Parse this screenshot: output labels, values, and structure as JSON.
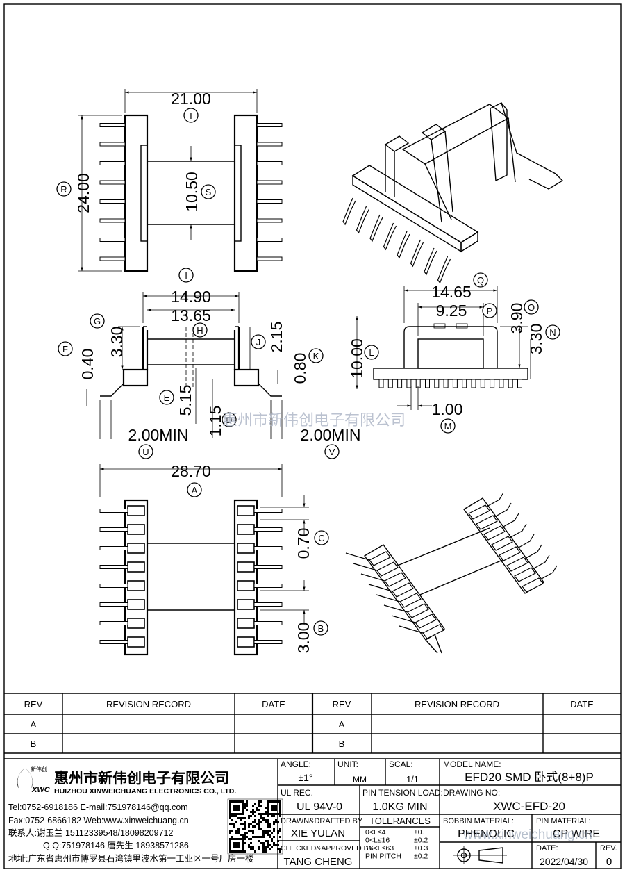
{
  "dims": {
    "top_view": {
      "width": "21.00",
      "width_ref": "T",
      "height": "24.00",
      "height_ref": "R",
      "inner": "10.50",
      "inner_ref": "S"
    },
    "front_view": {
      "w1": "14.90",
      "w1_ref": "I",
      "w2": "13.65",
      "w2_ref": "H",
      "g": "3.30",
      "g_ref": "G",
      "f": "0.40",
      "f_ref": "F",
      "j": "2.15",
      "j_ref": "J",
      "k": "0.80",
      "k_ref": "K",
      "e": "5.15",
      "e_ref": "E",
      "d": "1.15",
      "d_ref": "D",
      "u": "2.00MIN",
      "u_ref": "U",
      "v": "2.00MIN",
      "v_ref": "V"
    },
    "side_view": {
      "q": "14.65",
      "q_ref": "Q",
      "p": "9.25",
      "p_ref": "P",
      "o": "3.90",
      "o_ref": "O",
      "n": "3.30",
      "n_ref": "N",
      "l": "10.00",
      "l_ref": "L",
      "m": "1.00",
      "m_ref": "M"
    },
    "bottom_view": {
      "a": "28.70",
      "a_ref": "A",
      "c": "0.70",
      "c_ref": "C",
      "b": "3.00",
      "b_ref": "B"
    }
  },
  "watermark": "惠州市新伟创电子有限公司",
  "revision_table": {
    "headers": [
      "REV",
      "REVISION RECORD",
      "DATE",
      "REV",
      "REVISION RECORD",
      "DATE"
    ],
    "rows": [
      [
        "A",
        "",
        "",
        "A",
        "",
        ""
      ],
      [
        "B",
        "",
        "",
        "B",
        "",
        ""
      ]
    ]
  },
  "company": {
    "logo_top": "新伟创",
    "logo_bottom": "XWC",
    "name_cn": "惠州市新伟创电子有限公司",
    "name_en": "HUIZHOU XINWEICHUANG ELECTRONICS CO., LTD.",
    "tel_line": "Tel:0752-6918186 E-mail:751978146@qq.com",
    "fax_line": "Fax:0752-6866182 Web:www.xinweichuang.cn",
    "contact_line": "联系人:谢玉兰 15112339548/18098209712",
    "qq_line": "Q Q:751978146    唐先生 18938571286",
    "address_line": "地址:广东省惠州市博罗县石湾镇里波水第一工业区一号厂房一楼"
  },
  "title_block": {
    "angle_label": "ANGLE:",
    "angle_value": "±1°",
    "unit_label": "UNIT:",
    "unit_value": "MM",
    "scale_label": "SCAL:",
    "scale_value": "1/1",
    "model_label": "MODEL NAME:",
    "model_value": "EFD20 SMD 卧式(8+8)P",
    "ul_label": "UL REC.",
    "ul_value": "UL 94V-0",
    "tension_label": "PIN TENSION LOAD:",
    "tension_value": "1.0KG MIN",
    "drawing_label": "DRAWING NO:",
    "drawing_value": "XWC-EFD-20",
    "drawn_label": "DRAWN&DRAFTED BY",
    "drawn_value": "XIE YULAN",
    "tol_label": "TOLERANCES",
    "tol_rows": [
      [
        "0<L≤4",
        "±0."
      ],
      [
        "0<L≤16",
        "±0.2"
      ],
      [
        "16<L≤63",
        "±0.3"
      ],
      [
        "PIN PITCH",
        "±0.2"
      ]
    ],
    "bobbin_label": "BOBBIN MATERIAL:",
    "bobbin_value": "PHENOLIC",
    "pin_label": "PIN MATERIAL:",
    "pin_value": "CP WIRE",
    "checked_label": "CHECKED&APPROVED BY",
    "checked_value": "TANG CHENG",
    "date_label": "DATE:",
    "date_value": "2022/04/30",
    "rev_label": "REV.",
    "rev_value": "0",
    "web_watermark": "www.xinweichuang.cn"
  }
}
